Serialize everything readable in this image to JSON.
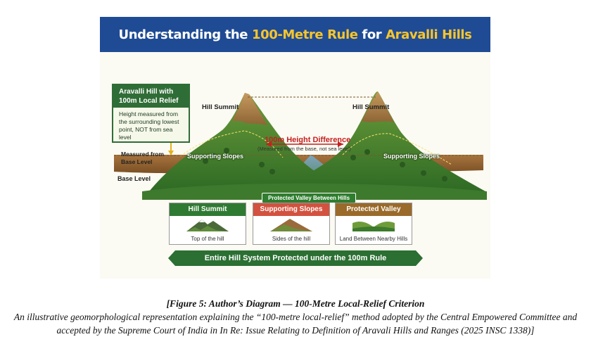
{
  "banner": {
    "title_part1": "Understanding the ",
    "title_highlight1": "100-Metre Rule",
    "title_part2": " for ",
    "title_highlight2": "Aravalli Hills"
  },
  "callout": {
    "title": "Aravalli Hill with 100m Local Relief",
    "body": "Height measured from the surrounding lowest point, NOT from sea level"
  },
  "labels": {
    "hill_summit_left": "Hill Summit",
    "hill_summit_right": "Hill Summit",
    "measured_from": "Measured from Base Level",
    "base_level": "Base Level",
    "height_difference": "100m Height Difference",
    "height_difference_note": "(Measured from the base, not sea level)",
    "supporting_slopes_left": "Supporting Slopes",
    "supporting_slopes_right": "Supporting Slopes",
    "protected_valley": "Protected Valley Between Hills"
  },
  "cards": [
    {
      "title": "Hill Summit",
      "caption": "Top of the hill",
      "color": "#2f7a33"
    },
    {
      "title": "Supporting Slopes",
      "caption": "Sides of the hill",
      "color": "#d2523f"
    },
    {
      "title": "Protected Valley",
      "caption": "Land Between Nearby Hills",
      "color": "#9a6a2a"
    }
  ],
  "bottom_banner": "Entire Hill System Protected under the 100m Rule",
  "caption": {
    "title": "[Figure 5: Author’s Diagram — 100-Metre Local-Relief Criterion",
    "body": "An illustrative geomorphological representation explaining the “100-metre local-relief” method adopted by the Central Empowered Committee and accepted by the Supreme Court of India in In Re: Issue Relating to Definition of Aravali Hills and Ranges (2025 INSC 1338)]"
  }
}
